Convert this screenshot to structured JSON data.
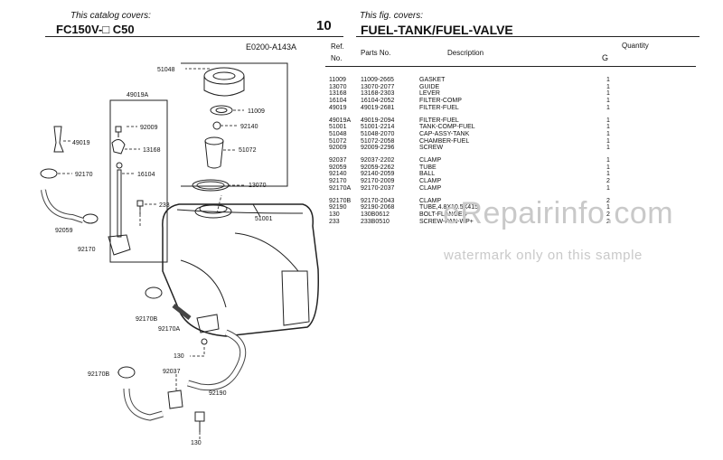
{
  "header": {
    "left_caption": "This catalog covers:",
    "left_model": "FC150V-□  C50",
    "page_number": "10",
    "right_caption": "This fig. covers:",
    "right_title": "FUEL-TANK/FUEL-VALVE"
  },
  "figure": {
    "code": "E0200-A143A",
    "callouts": [
      "51048",
      "49019A",
      "11009",
      "92009",
      "92140",
      "49019",
      "13168",
      "51072",
      "92170",
      "16104",
      "13070",
      "233",
      "51001",
      "92059",
      "92170",
      "92170B",
      "92170A",
      "130",
      "92037",
      "92170B",
      "92190",
      "130"
    ]
  },
  "table": {
    "headers": {
      "ref": "Ref.",
      "no": "No.",
      "parts": "Parts No.",
      "description": "Description",
      "quantity": "Quantity",
      "g": "G"
    },
    "groups": [
      [
        {
          "ref": "11009",
          "part": "11009-2665",
          "desc": "GASKET",
          "qty": "1"
        },
        {
          "ref": "13070",
          "part": "13070-2077",
          "desc": "GUIDE",
          "qty": "1"
        },
        {
          "ref": "13168",
          "part": "13168-2303",
          "desc": "LEVER",
          "qty": "1"
        },
        {
          "ref": "16104",
          "part": "16104-2052",
          "desc": "FILTER-COMP",
          "qty": "1"
        },
        {
          "ref": "49019",
          "part": "49019-2681",
          "desc": "FILTER-FUEL",
          "qty": "1"
        }
      ],
      [
        {
          "ref": "49019A",
          "part": "49019-2094",
          "desc": "FILTER-FUEL",
          "qty": "1"
        },
        {
          "ref": "51001",
          "part": "51001-2214",
          "desc": "TANK-COMP-FUEL",
          "qty": "1"
        },
        {
          "ref": "51048",
          "part": "51048-2070",
          "desc": "CAP-ASSY-TANK",
          "qty": "1"
        },
        {
          "ref": "51072",
          "part": "51072-2058",
          "desc": "CHAMBER-FUEL",
          "qty": "1"
        },
        {
          "ref": "92009",
          "part": "92009-2296",
          "desc": "SCREW",
          "qty": "1"
        }
      ],
      [
        {
          "ref": "92037",
          "part": "92037-2202",
          "desc": "CLAMP",
          "qty": "1"
        },
        {
          "ref": "92059",
          "part": "92059-2262",
          "desc": "TUBE",
          "qty": "1"
        },
        {
          "ref": "92140",
          "part": "92140-2059",
          "desc": "BALL",
          "qty": "1"
        },
        {
          "ref": "92170",
          "part": "92170-2009",
          "desc": "CLAMP",
          "qty": "2"
        },
        {
          "ref": "92170A",
          "part": "92170-2037",
          "desc": "CLAMP",
          "qty": "1"
        }
      ],
      [
        {
          "ref": "92170B",
          "part": "92170-2043",
          "desc": "CLAMP",
          "qty": "2"
        },
        {
          "ref": "92190",
          "part": "92190-2068",
          "desc": "TUBE,4.8X10.5X415",
          "qty": "1"
        },
        {
          "ref": "130",
          "part": "130B0612",
          "desc": "BOLT-FLANGED",
          "qty": "2"
        },
        {
          "ref": "233",
          "part": "233B0510",
          "desc": "SCREW-PAN-WP+",
          "qty": "2"
        }
      ]
    ]
  },
  "watermark": {
    "brand": "eRepairinfo.com",
    "note": "watermark only on this sample"
  }
}
